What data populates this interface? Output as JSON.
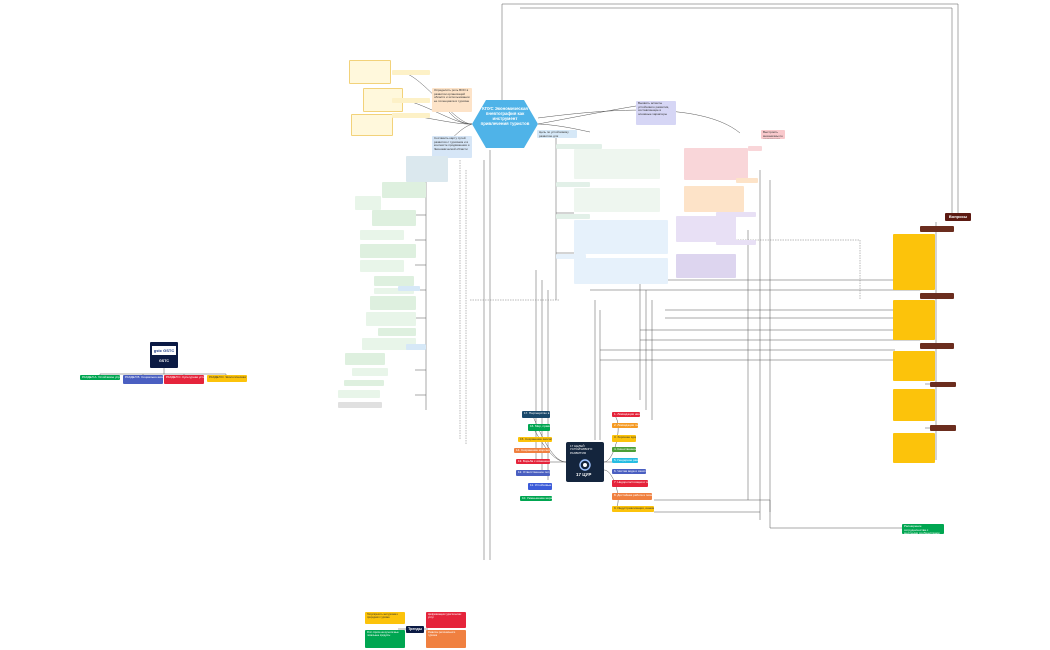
{
  "canvas": {
    "background": "#ffffff"
  },
  "center": {
    "title": "КПУС Экономическая пневтография как инструмент привлечения туристов",
    "color": "#4fb3e8"
  },
  "sdg": {
    "line1": "17 ЦЕЛЕЙ УСТОЙЧИВОГО РАЗВИТИЯ",
    "badge": "17 ЦУР"
  },
  "gstc": {
    "logo": "gstc GSTC",
    "label": "GSTC"
  },
  "voprosy": {
    "label": "Вопросы"
  },
  "trendy": {
    "label": "Тренды"
  },
  "gstc_branches": [
    "РАЗДЕЛ А. Устойчивое управление",
    "РАЗДЕЛ В. Социально-экономическая устойчивость",
    "РАЗДЕЛ С. Культурная устойчивость",
    "РАЗДЕЛ D. Экологическая устойчивость"
  ],
  "sdg_left": [
    "17. Партнерство в интересах устойчивого развития",
    "16. Мир, правосудие и эффективные институты",
    "15. Сохранение экосистем суши",
    "14. Сохранение морских экосистем",
    "13. Борьба с изменением климата",
    "12. Ответственное потребление и производство",
    "11. Устойчивые города и населенные пункты",
    "10. Уменьшение неравенства"
  ],
  "sdg_right": [
    "1. Ликвидация нищеты",
    "2. Ликвидация голода",
    "3. Хорошее здоровье и благополучие",
    "4. Качественное образование",
    "5. Гендерное равенство",
    "6. Чистая вода и санитария",
    "7. Недорогостоящая и чистая энергия",
    "8. Достойная работа и экономический рост",
    "9. Индустриализация, инновации и инфраструктура"
  ],
  "top_nodes": {
    "orange": "Определить роль ВОО в развитии организаций области и использовании ее потенциала в туризме",
    "lavender": "Выявить аспекты устойчивого развития, составляющие в основные характеры",
    "blue": "Составить карту путей развития с туризмом и в контексте продвижения и Экономической области",
    "pink": "Выстроить механизмы по достижению ЦУР",
    "goals": "Цель по устойчивому развитию для кооперации"
  },
  "trend_items": [
    "Популярность экотуризма и природного туризма",
    "Рост спроса на аутентичные локальные продукты",
    "Цифровизация туристических услуг",
    "Развитие регионального туризма"
  ],
  "bottom_right_note": "Расширение сотрудничества с местными сообществами и бизнесом",
  "colors": {
    "sdg1": "#e5243b",
    "sdg2": "#dda63a",
    "sdg3": "#4c9f38",
    "sdg4": "#c5192d",
    "sdg5": "#ff3a21",
    "sdg6": "#26bde2",
    "sdg7": "#fcc30b",
    "sdg8": "#a21942",
    "sdg9": "#fd6925",
    "sdg10": "#dd1367",
    "sdg11": "#fd9d24",
    "sdg12": "#bf8b2e",
    "sdg13": "#3f7e44",
    "sdg14": "#0a97d9",
    "sdg15": "#56c02b",
    "sdg16": "#00689d",
    "sdg17": "#19486a"
  }
}
